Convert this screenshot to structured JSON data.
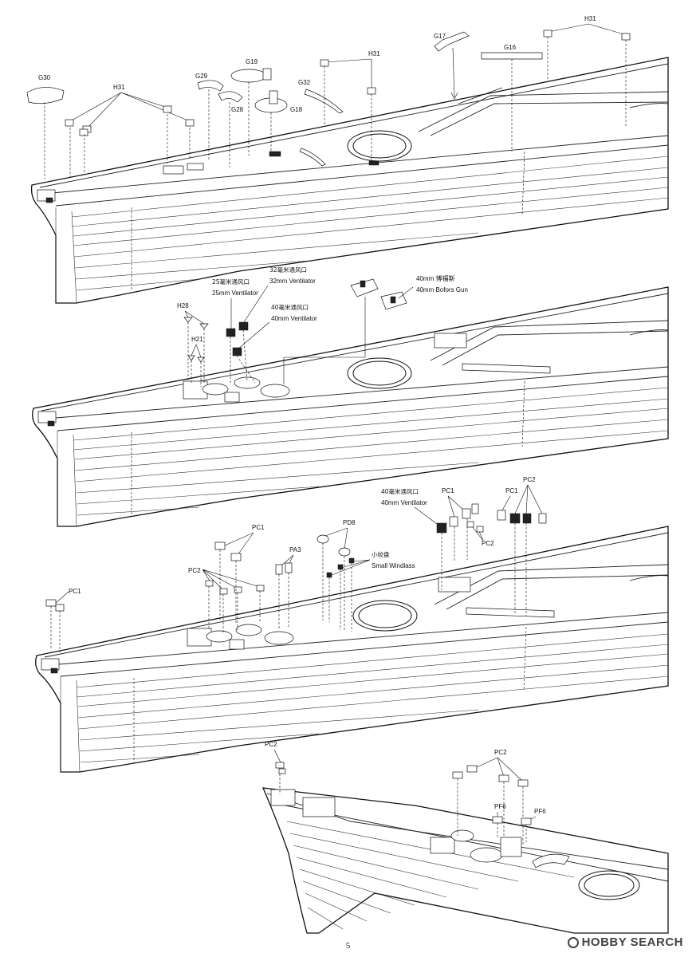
{
  "page_number": "5",
  "watermark": "HOBBY SEARCH",
  "steps": [
    {
      "callouts": {
        "G30": "G30",
        "H31_left": "H31",
        "G29": "G29",
        "G28": "G28",
        "G19": "G19",
        "G18": "G18",
        "G32": "G32",
        "H31_mid": "H31",
        "G17": "G17",
        "G16": "G16",
        "H31_right": "H31"
      }
    },
    {
      "callouts": {
        "vent25_cn": "25毫米通风口",
        "vent25_en": "25mm Ventilator",
        "vent32_cn": "32毫米通风口",
        "vent32_en": "32mm Ventilator",
        "vent40_cn": "40毫米通风口",
        "vent40_en": "40mm Ventilator",
        "H28": "H28",
        "H21": "H21",
        "bofors_cn": "40mm 博福斯",
        "bofors_en": "40mm Bofors Gun"
      }
    },
    {
      "callouts": {
        "PC1_left": "PC1",
        "PC1_mid": "PC1",
        "PC2_left": "PC2",
        "PA3": "PA3",
        "PD8": "PD8",
        "windlass_cn": "小绞盘",
        "windlass_en": "Small Windlass",
        "vent40_cn": "40毫米通风口",
        "vent40_en": "40mm Ventilator",
        "PC1_right1": "PC1",
        "PC2_mid": "PC2",
        "PC1_right2": "PC1",
        "PC2_right": "PC2"
      }
    },
    {
      "callouts": {
        "PC2_left": "PC2",
        "PC2_right": "PC2",
        "PF6_left": "PF6",
        "PF6_right": "PF6"
      }
    }
  ]
}
